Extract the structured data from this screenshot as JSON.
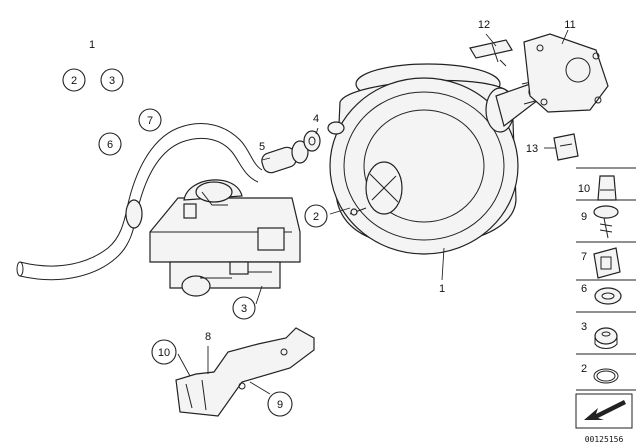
{
  "callouts": {
    "c1_top": "1",
    "c2_circle_left": "2",
    "c3_circle_left": "3",
    "c7_circle": "7",
    "c6_circle": "6",
    "c5": "5",
    "c4": "4",
    "c2_circle_mid": "2",
    "c3_circle_bottom": "3",
    "c8": "8",
    "c10_circle": "10",
    "c9_circle": "9",
    "c1_booster": "1",
    "c12": "12",
    "c11": "11",
    "c13": "13"
  },
  "legend": {
    "items": [
      {
        "id": "10"
      },
      {
        "id": "9"
      },
      {
        "id": "7"
      },
      {
        "id": "6"
      },
      {
        "id": "3"
      },
      {
        "id": "2"
      }
    ]
  },
  "diagram_id": "00125156"
}
